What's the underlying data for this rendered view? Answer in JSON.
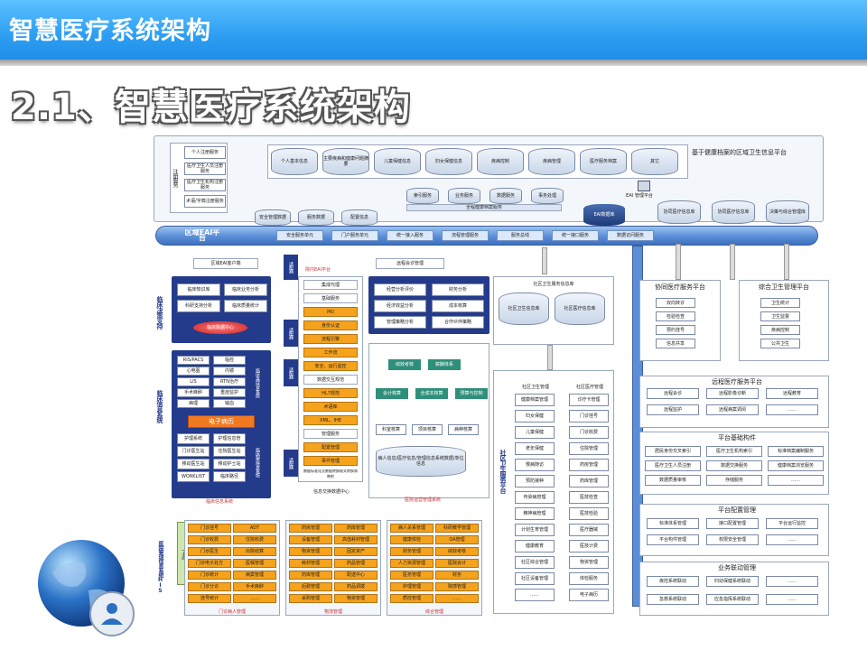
{
  "header": {
    "title": "智慧医疗系统架构",
    "section_title": "2.1、智慧医疗系统架构"
  },
  "top": {
    "platform_title": "基于健康档案的区域卫生信息平台",
    "registry_label": "注册服务",
    "registry": [
      "个人注册服务",
      "医疗卫生人员注册服务",
      "医疗卫生机构注册服务",
      "术语/字典注册服务"
    ],
    "archive": [
      "个人基本信息",
      "主要疾病和健康问题摘要",
      "儿童保健信息",
      "妇女保健信息",
      "疾病控制",
      "疾病管理",
      "医疗服务档案",
      "其它"
    ],
    "services": [
      "索引服务",
      "业务服务",
      "数据服务",
      "事务处理"
    ],
    "archive_service": "全程健康档案服务",
    "data_dbs": [
      "安全管理数据",
      "服务数据",
      "配置信息"
    ],
    "eai_mgr": "EAI 管理平台",
    "eai_db": "EAI数据库",
    "right_dbs": [
      "协同医疗信息库",
      "协同医疗信息库",
      "决策与综合管理库"
    ]
  },
  "eai": {
    "label": "区域EAI平台",
    "items": [
      "安全服务单元",
      "门户服务单元",
      "统一接入服务",
      "流程管理服务",
      "服务总线",
      "统一接口服务",
      "数据访问服务"
    ]
  },
  "hospital": {
    "eai_client": "区域EAI客户端",
    "adapter": "适配器",
    "remote_consult": "远程会诊管理",
    "hospital_eai": "院内EAI平台",
    "clinical_decision_title": "临床决策支持",
    "clinical_decision": [
      "临床知识库",
      "临床业务分析",
      "科研支持分析",
      "临床质量统计"
    ],
    "clinical_data_center": "临床数据中心",
    "clinical_info_title": "临床信息系统",
    "clinical_info": [
      "RIS/PACS",
      "临检",
      "心电图",
      "内镜",
      "LIS",
      "RTN治疗",
      "手术麻醉",
      "重症监护",
      "病理",
      "输血"
    ],
    "emr": "电子病历",
    "clinical_support": "临床支持信息系统",
    "clinical_service": [
      "护理系统",
      "护理信息管",
      "门诊医生站",
      "住院医生站",
      "移动医生站",
      "移动护士站",
      "WORKLIST",
      "临床路径"
    ],
    "clinical_service_title": "临床服务信息系统",
    "clinical_footer": "临床信息系统",
    "bus": [
      "集成代理",
      "基础服务",
      "PKI",
      "身份认证",
      "流程引擎",
      "工作流",
      "安全、运行监控",
      "数据交互规范",
      "HL7规范",
      "术语库",
      "XML、IHE",
      "管理服务",
      "配置管理",
      "事件管理"
    ],
    "bus_note": "数据标准化及数据转换格式转换和映射",
    "bus_footer": "信息交换数据中心",
    "decision_items": [
      "经营分析评价",
      "财务分析",
      "经济效益分析",
      "成本核算",
      "管理策略分析",
      "合作伙伴策略"
    ],
    "ops": [
      "绩效考核",
      "薪酬体系",
      "会计核算",
      "全成本核算",
      "预算与控制",
      "科室核算",
      "项目核算",
      "病种核算"
    ],
    "ops_db": "病人信息/医疗信息/管理信息系统数据/单位信息",
    "ops_footer": "医院运营管理系统",
    "his_title": "医院管理信息系统HIS",
    "onecard": "一卡通",
    "his_cols": [
      {
        "items": [
          "门诊挂号",
          "门诊收费",
          "门诊医生",
          "门诊电子处方",
          "门诊统计",
          "门诊分诊",
          "挂号统计"
        ],
        "items2": [
          "ADT",
          "住院收费",
          "出院结算",
          "医嘱管理",
          "病案管理",
          "手术麻醉",
          "……"
        ],
        "footer": "门诊病人管理"
      },
      {
        "items": [
          "药房管理",
          "设备管理",
          "物资管理",
          "耗材管理",
          "药库管理",
          "后勤管理",
          "采购管理"
        ],
        "items2": [
          "药库管理",
          "高值耗材管理",
          "固定资产",
          "药品管理",
          "配送中心",
          "药品调拨",
          "物资管理"
        ],
        "footer": "物流管理"
      },
      {
        "items": [
          "病人关系管理",
          "健康体检",
          "财务管理",
          "人力资源管理",
          "医务管理",
          "护理管理",
          "质控管理"
        ],
        "items2": [
          "科研教学管理",
          "OA管理",
          "绩效考核",
          "医院会计",
          "财务",
          "院感管理",
          "……"
        ],
        "footer": "综合管理"
      }
    ]
  },
  "community": {
    "db_title": "社区卫生服务信息库",
    "dbs": [
      "社区卫生信息库",
      "社区医疗信息库"
    ],
    "platform_label": "社区卫生服务平台",
    "col1_title": "社区卫生管理",
    "col1": [
      "健康档案管理",
      "妇女保健",
      "儿童保健",
      "老年保健",
      "慢病随访",
      "预防接种",
      "传染病管理",
      "精神病管理",
      "计划生育管理",
      "健康教育",
      "社区综合管理",
      "社区设备管理",
      "……"
    ],
    "col2_title": "社区医疗管理",
    "col2": [
      "诊疗卡管理",
      "门诊挂号",
      "门诊收费",
      "住院管理",
      "药房管理",
      "药库管理",
      "医技检查",
      "医技检验",
      "医疗器械",
      "医技计费",
      "物资管理",
      "体检服务",
      "电子病历"
    ]
  },
  "right": {
    "collab_title": "协同医疗服务平台",
    "collab": [
      "双向转诊",
      "检验检查",
      "预约挂号",
      "信息共享"
    ],
    "mgmt_title": "综合卫生管理平台",
    "mgmt": [
      "卫生统计",
      "卫生监督",
      "疾病控制",
      "公共卫生"
    ],
    "remote_title": "远程医疗服务平台",
    "remote": [
      "远程会诊",
      "远程影像诊断",
      "远程教育",
      "远程监护",
      "远程病案调阅",
      "……"
    ],
    "basic_title": "平台基础构件",
    "basic": [
      "居民身份交叉索引",
      "医疗卫生机构索引",
      "标准档案编制服务",
      "医疗卫生人员注册",
      "数据交换服务",
      "健康档案浏览服务",
      "数据质量审核",
      "存储服务",
      "……"
    ],
    "config_title": "平台配置管理",
    "config": [
      "标准体系管理",
      "接口配置管理",
      "平台运行监控",
      "平台构件管理",
      "权限安全管理",
      "……"
    ],
    "linkage_title": "业务联动管理",
    "linkage": [
      "疾控系统联动",
      "妇幼保健系统联动",
      "……",
      "急救系统联动",
      "应急指挥系统联动",
      "……"
    ]
  },
  "colors": {
    "header_top": "#5cc1ff",
    "header_bottom": "#1f8fe6",
    "navy": "#243a8a",
    "orange": "#f5a21c",
    "eai": "#5b8ed6",
    "green": "#2e8f7a"
  }
}
